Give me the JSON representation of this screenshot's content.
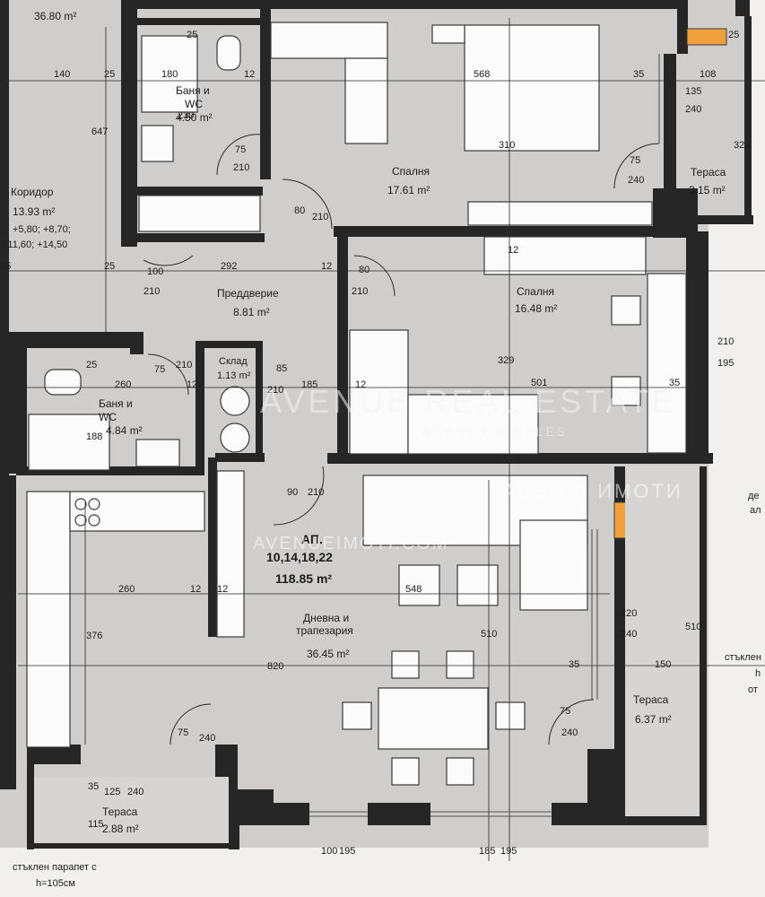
{
  "apartment": {
    "label": "АП.",
    "numbers": "10,14,18,22",
    "total_area": "118.85 m²"
  },
  "rooms": [
    {
      "id": "corridor-top-area",
      "name": "",
      "area": "36.80 m²"
    },
    {
      "id": "corridor",
      "name": "Коридор",
      "area": "13.93 m²",
      "extra1": "+5,80; +8,70;",
      "extra2": "+11,60; +14,50"
    },
    {
      "id": "bath1",
      "name": "Баня и",
      "name2": "WC",
      "area": "4.50 m²"
    },
    {
      "id": "bedroom1",
      "name": "Спалня",
      "area": "17.61 m²"
    },
    {
      "id": "terrace1",
      "name": "Тераса",
      "area": "3.15 m²"
    },
    {
      "id": "hall",
      "name": "Преддверие",
      "area": "8.81 m²"
    },
    {
      "id": "bedroom2",
      "name": "Спалня",
      "area": "16.48 m²"
    },
    {
      "id": "storage",
      "name": "Склад",
      "area": "1.13 m²"
    },
    {
      "id": "bath2",
      "name": "Баня и",
      "name2": "WC",
      "area": "4.84 m²"
    },
    {
      "id": "living",
      "name": "Дневна и",
      "name2": "трапезария",
      "area": "36.45 m²"
    },
    {
      "id": "terrace2",
      "name": "Тераса",
      "area": "6.37 m²"
    },
    {
      "id": "terrace3",
      "name": "Тераса",
      "area": "2.88 m²"
    }
  ],
  "dimensions": {
    "d140": "140",
    "d25a": "25",
    "d180": "180",
    "d12a": "12",
    "d25b": "25",
    "d568": "568",
    "d35a": "35",
    "d108": "108",
    "d25c": "25",
    "d647": "647",
    "d230": "230",
    "d135": "135",
    "d240a": "240",
    "d320": "320",
    "d310": "310",
    "d75a": "75",
    "d210a": "210",
    "d75b": "75",
    "d240b": "240",
    "d80a": "80",
    "d210b": "210",
    "d85": "85",
    "d25d": "25",
    "d100": "100",
    "d292": "292",
    "d12b": "12",
    "d80b": "80",
    "d210c": "210",
    "d210d": "210",
    "d12c": "12",
    "d210e": "210",
    "d195a": "195",
    "d25e": "25",
    "d75c": "75",
    "d210f": "210",
    "d260a": "260",
    "d12d": "12",
    "d85b": "85",
    "d210g": "210",
    "d185": "185",
    "d12e": "12",
    "d329": "329",
    "d501": "501",
    "d35b": "35",
    "d188": "188",
    "d90": "90",
    "d210h": "210",
    "d260b": "260",
    "d12f": "12",
    "d548": "548",
    "d376": "376",
    "d510a": "510",
    "d220": "220",
    "d240c": "240",
    "d510b": "510",
    "d820": "820",
    "d35c": "35",
    "d150": "150",
    "d75d": "75",
    "d240d": "240",
    "d75e": "75",
    "d240e": "240",
    "d35d": "35",
    "d125": "125",
    "d240f": "240",
    "d115": "115",
    "d100b": "100",
    "d195b": "195",
    "d185b": "185",
    "d195c": "195",
    "d12g": "12"
  },
  "notes": {
    "glass_parapet_left_line1": "стъклен парапет с",
    "glass_parapet_left_line2": "h=105см",
    "glass_parapet_right_line1": "стъклен",
    "glass_parapet_right_line2": "h",
    "right_note": "от",
    "right_top_1": "де",
    "right_top_2": "ал"
  },
  "watermark": {
    "line1": "AVENUE REAL ESTATE",
    "line2": "AGENCY & SALES",
    "line3": "АВЕНЮ ИМОТИ",
    "url": "AVENUEIMOTI.COM"
  },
  "colors": {
    "wall": "#262626",
    "floor": "#cfcecc",
    "furniture": "#fbfbfb",
    "accent_orange": "#f0a03c"
  }
}
